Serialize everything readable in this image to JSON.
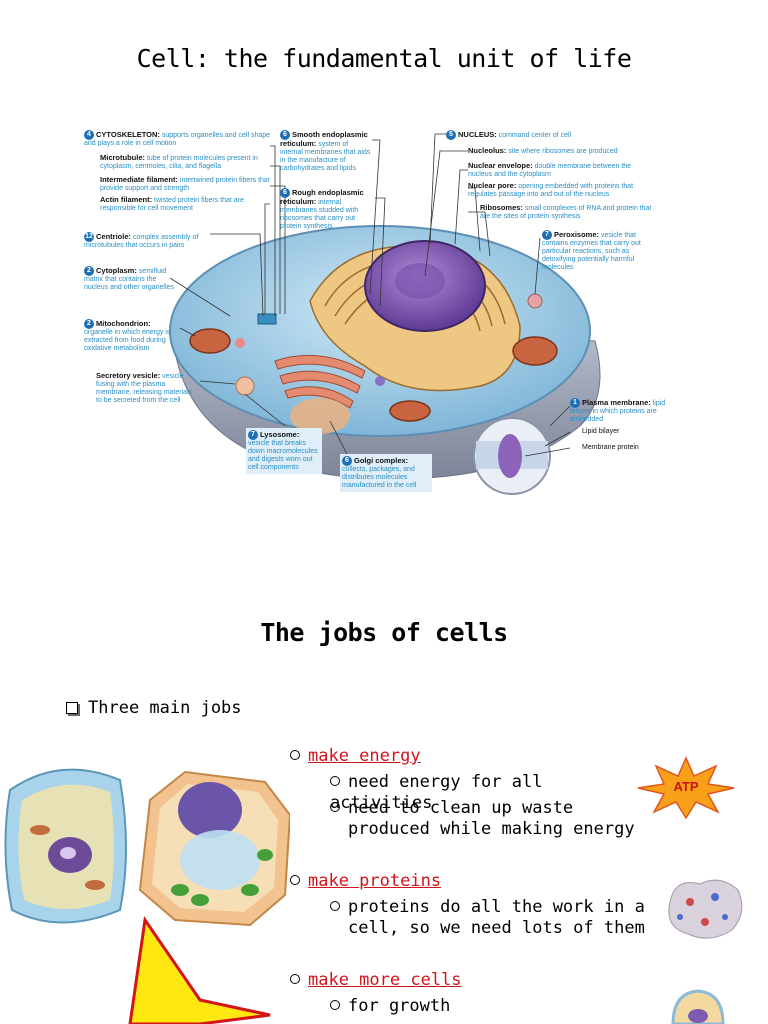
{
  "slide1": {
    "title": "Cell: the fundamental unit of life",
    "labels": {
      "cytoskeleton": {
        "num": "4",
        "name": "CYTOSKELETON:",
        "desc": "supports organelles and cell shape and plays a role in cell motion"
      },
      "microtubule": {
        "name": "Microtubule:",
        "desc": "tube of protein molecules present in cytoplasm, centrioles, cilia, and flagella"
      },
      "intermediate": {
        "name": "Intermediate filament:",
        "desc": "intertwined protein fibers that provide support and strength"
      },
      "actin": {
        "name": "Actin filament:",
        "desc": "twisted protein fibers that are responsible for cell movement"
      },
      "centriole": {
        "num": "12",
        "name": "Centriole:",
        "desc": "complex assembly of microtubules that occurs in pairs"
      },
      "cytoplasm": {
        "num": "2",
        "name": "Cytoplasm:",
        "desc": "semifluid matrix that contains the nucleus and other organelles"
      },
      "mitochondrion": {
        "num": "2",
        "name": "Mitochondrion:",
        "desc": "organelle in which energy is extracted from food during oxidative metabolism"
      },
      "secretory": {
        "name": "Secretory vesicle:",
        "desc": "vesicle fusing with the plasma membrane, releasing materials to be secreted from the cell"
      },
      "smooth_er": {
        "num": "6",
        "name": "Smooth endoplasmic reticulum:",
        "desc": "system of internal membranes that aids in the manufacture of carbohydrates and lipids"
      },
      "rough_er": {
        "num": "6",
        "name": "Rough endoplasmic reticulum:",
        "desc": "internal membranes studded with ribosomes that carry out protein synthesis"
      },
      "nucleus": {
        "num": "5",
        "name": "NUCLEUS:",
        "desc": "command center of cell"
      },
      "nucleolus": {
        "name": "Nucleolus:",
        "desc": "site where ribosomes are produced"
      },
      "envelope": {
        "name": "Nuclear envelope:",
        "desc": "double membrane between the nucleus and the cytoplasm"
      },
      "pore": {
        "name": "Nuclear pore:",
        "desc": "opening embedded with proteins that regulates passage into and out of the nucleus"
      },
      "ribosomes": {
        "name": "Ribosomes:",
        "desc": "small complexes of RNA and protein that are the sites of protein synthesis"
      },
      "peroxisome": {
        "num": "7",
        "name": "Peroxisome:",
        "desc": "vesicle that contains enzymes that carry out particular reactions, such as detoxifying potentially harmful molecules"
      },
      "plasma": {
        "num": "1",
        "name": "Plasma membrane:",
        "desc": "lipid bilayer in which proteins are embedded"
      },
      "lipid": {
        "name": "Lipid bilayer"
      },
      "membrane_protein": {
        "name": "Membrane protein"
      },
      "lysosome": {
        "num": "7",
        "name": "Lysosome:",
        "desc": "vesicle that breaks down macromolecules and digests worn out cell components"
      },
      "golgi": {
        "num": "6",
        "name": "Golgi complex:",
        "desc": "collects, packages, and distributes molecules manufactured in the cell"
      }
    }
  },
  "slide2": {
    "title": "The jobs of cells",
    "intro": "Three main jobs",
    "jobs": [
      {
        "title": "make energy",
        "subs": [
          "need energy for all activities",
          "need to clean up waste produced while making energy"
        ]
      },
      {
        "title": "make proteins",
        "subs": [
          "proteins do all the work in a cell, so we need lots of them"
        ]
      },
      {
        "title": "make more cells",
        "subs": [
          "for growth"
        ]
      }
    ],
    "atp_label": "ATP"
  },
  "colors": {
    "accent_red": "#d0151b",
    "label_blue": "#2a8fc4",
    "badge_blue": "#1f6fb6"
  }
}
